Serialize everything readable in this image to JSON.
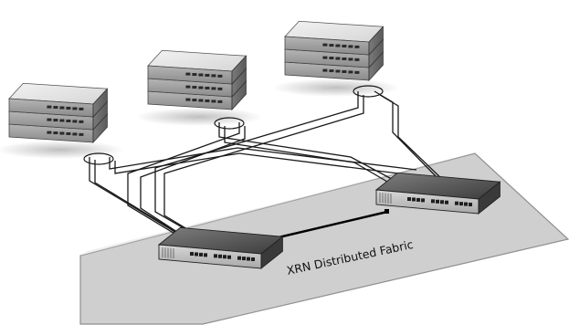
{
  "fabric": {
    "label": "XRN Distributed Fabric"
  },
  "colors": {
    "fabric_plate": "#cccccc",
    "fabric_edge": "#8f8f8f",
    "chassis_top": "#e8e8e8",
    "chassis_front": "#9a9a9a",
    "chassis_side": "#6d6d6d",
    "cable": "#1a1a1a",
    "interconnect": "#000000"
  },
  "icons": {
    "server_stack": "stacked-rack-server-icon",
    "fabric_switch": "network-switch-icon",
    "cable_bundle": "cable-loop-icon"
  },
  "server_stacks": [
    {
      "id": "left",
      "units": 3
    },
    {
      "id": "center",
      "units": 3
    },
    {
      "id": "right",
      "units": 3
    }
  ],
  "fabric_switches": [
    {
      "id": "left-switch"
    },
    {
      "id": "right-switch"
    }
  ]
}
